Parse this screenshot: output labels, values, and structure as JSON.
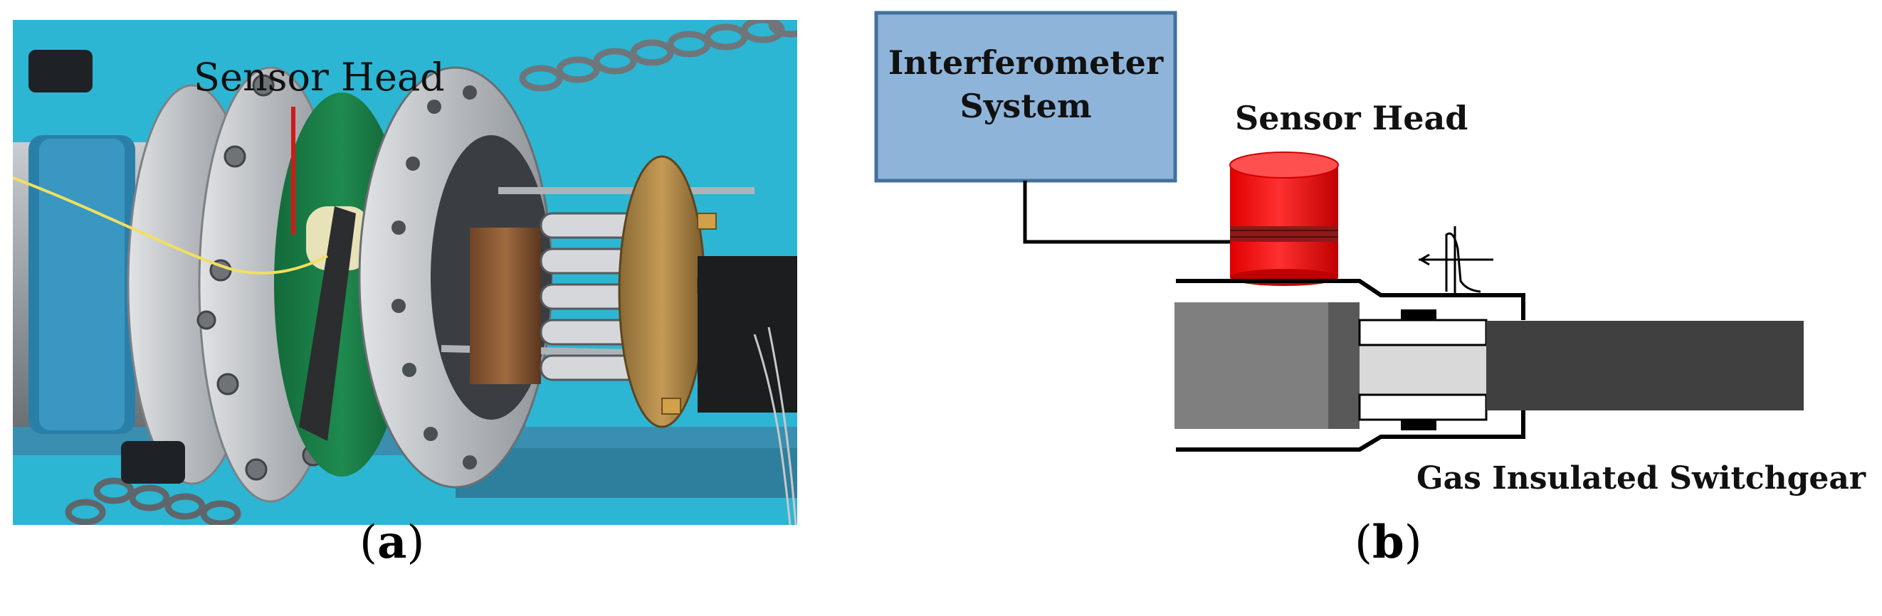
{
  "panel_a": {
    "caption_letter": "a",
    "label": "Sensor Head",
    "colors": {
      "background_blue": "#2cb6d4",
      "flange_gray": "#b9bcbf",
      "green_tape": "#1f8a4f",
      "copper": "#8a5a35",
      "brass": "#b08a4a",
      "pointer_red": "#d01a1a"
    }
  },
  "panel_b": {
    "caption_letter": "b",
    "interferometer_label_line1": "Interferometer",
    "interferometer_label_line2": "System",
    "sensor_label": "Sensor Head",
    "gis_label": "Gas Insulated Switchgear",
    "colors": {
      "box_fill": "#8fb4d9",
      "box_stroke": "#41719c",
      "sensor_red": "#ff1a1a",
      "sensor_band": "#8b1a1a",
      "conductor_gray": "#7f7f7f",
      "dark_cable": "#404040",
      "insulator_light": "#d9d9d9"
    }
  }
}
